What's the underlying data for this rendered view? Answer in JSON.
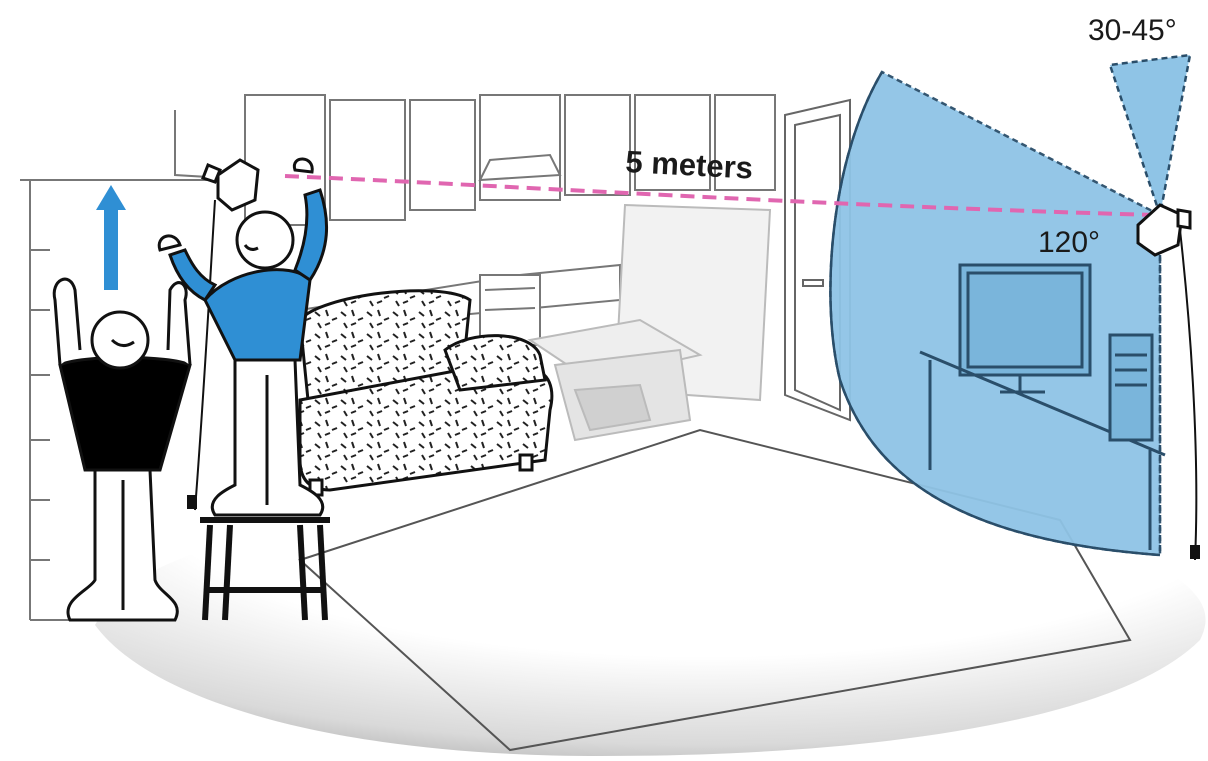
{
  "labels": {
    "distance": "5 meters",
    "horizontal_fov": "120°",
    "tilt_angle": "30-45°"
  },
  "colors": {
    "accent_blue": "#2f8fd4",
    "fov_blue": "#8fc4e6",
    "fov_edge": "#2a4e6a",
    "dashed_line": "#e066b0",
    "line_art": "#1a1a1a",
    "shirt_black": "#000000"
  },
  "icons": {
    "arrow": "up-arrow-icon",
    "sensor": "motion-sensor-icon"
  }
}
